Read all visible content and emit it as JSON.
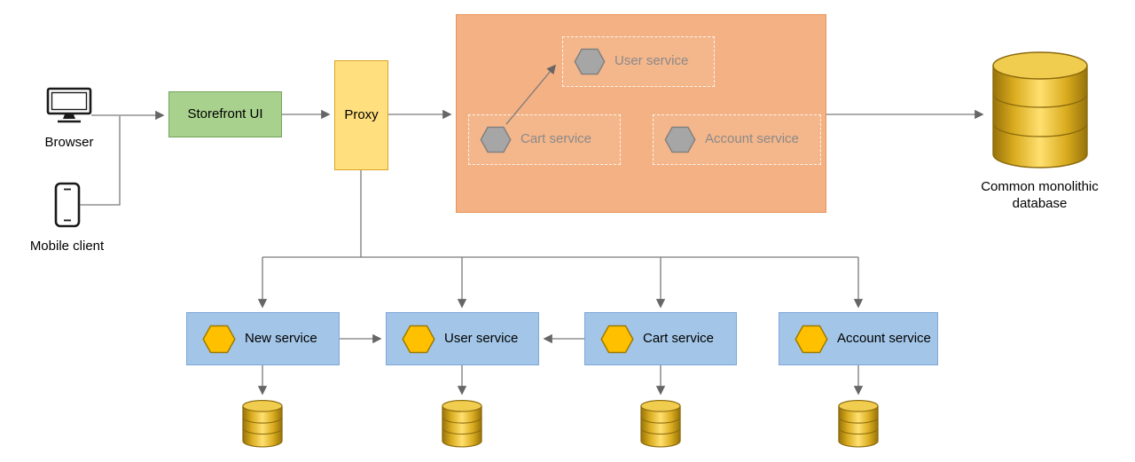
{
  "diagram": {
    "clients": {
      "browser_label": "Browser",
      "mobile_label": "Mobile client"
    },
    "storefront_label": "Storefront UI",
    "proxy_label": "Proxy",
    "monolith_services": [
      {
        "label": "User service"
      },
      {
        "label": "Cart service"
      },
      {
        "label": "Account service"
      }
    ],
    "database_label": "Common monolithic database",
    "new_services": [
      {
        "label": "New service"
      },
      {
        "label": "User service"
      },
      {
        "label": "Cart service"
      },
      {
        "label": "Account service"
      }
    ],
    "icons": {
      "browser": "browser-icon",
      "mobile": "mobile-icon",
      "service": "hexagon-icon",
      "database": "database-icon"
    },
    "colors": {
      "storefront_fill": "#a9d18e",
      "storefront_border": "#74a35b",
      "proxy_fill": "#ffdf7e",
      "proxy_border": "#d9a521",
      "monolith_region_fill": "#f4b183",
      "service_box_fill": "#a3c6e8",
      "service_box_border": "#7da7d8",
      "hexagon_gray": "#a6a6a6",
      "hexagon_yellow": "#ffc000",
      "database_gold": "#d9ab1e",
      "connector_gray": "#7a7a7a",
      "muted_label_gray": "#8a8a8a"
    }
  }
}
